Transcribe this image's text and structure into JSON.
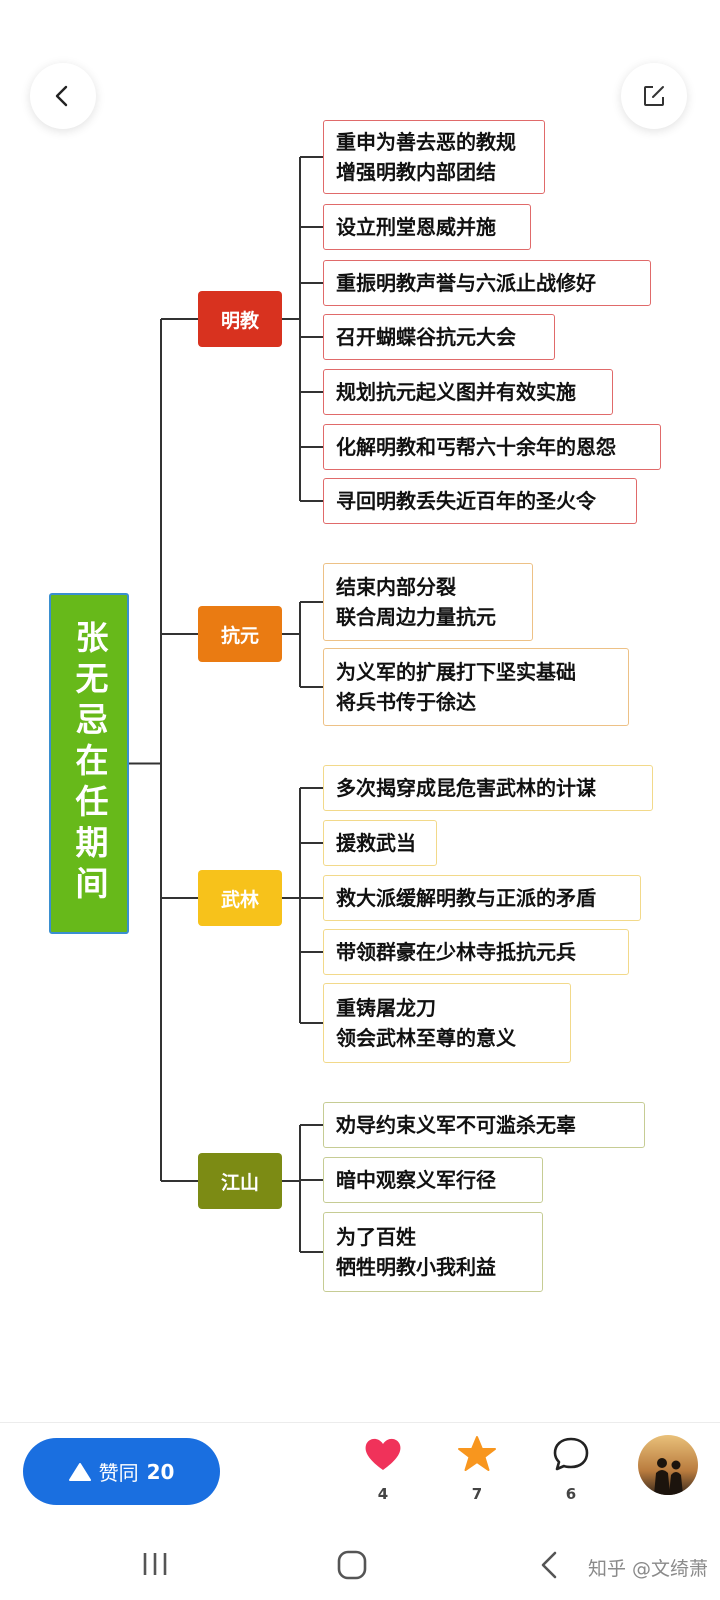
{
  "root": {
    "label": "张无忌在任期间"
  },
  "categories": [
    {
      "label": "明教",
      "color": "#d8321f",
      "border": "#e06a6a",
      "items": [
        [
          "重申为善去恶的教规",
          "增强明教内部团结"
        ],
        [
          "设立刑堂恩威并施"
        ],
        [
          "重振明教声誉与六派止战修好"
        ],
        [
          "召开蝴蝶谷抗元大会"
        ],
        [
          "规划抗元起义图并有效实施"
        ],
        [
          "化解明教和丐帮六十余年的恩怨"
        ],
        [
          "寻回明教丢失近百年的圣火令"
        ]
      ]
    },
    {
      "label": "抗元",
      "color": "#ea7b12",
      "border": "#edc186",
      "items": [
        [
          "结束内部分裂",
          "联合周边力量抗元"
        ],
        [
          "为义军的扩展打下坚实基础",
          "将兵书传于徐达"
        ]
      ]
    },
    {
      "label": "武林",
      "color": "#f7c21b",
      "border": "#f2d98a",
      "items": [
        [
          "多次揭穿成昆危害武林的计谋"
        ],
        [
          "援救武当"
        ],
        [
          "救大派缓解明教与正派的矛盾"
        ],
        [
          "带领群豪在少林寺抵抗元兵"
        ],
        [
          "重铸屠龙刀",
          "领会武林至尊的意义"
        ]
      ]
    },
    {
      "label": "江山",
      "color": "#7c8b14",
      "border": "#c6cc94",
      "items": [
        [
          "劝导约束义军不可滥杀无辜"
        ],
        [
          "暗中观察义军行径"
        ],
        [
          "为了百姓",
          "牺牲明教小我利益"
        ]
      ]
    }
  ],
  "bottom_bar": {
    "agree_label": "赞同",
    "agree_count": "20",
    "like_count": "4",
    "favorite_count": "7",
    "comment_count": "6"
  },
  "watermark": "知乎 @文绮萧",
  "colors": {
    "agree_blue": "#1a6fe0",
    "heart_red": "#f0325a",
    "star_orange": "#f8961e"
  },
  "icons": [
    "back-chevron-icon",
    "edit-icon",
    "triangle-up-icon",
    "heart-icon",
    "star-icon",
    "comment-icon",
    "recent-apps-icon",
    "home-icon",
    "back-icon"
  ]
}
